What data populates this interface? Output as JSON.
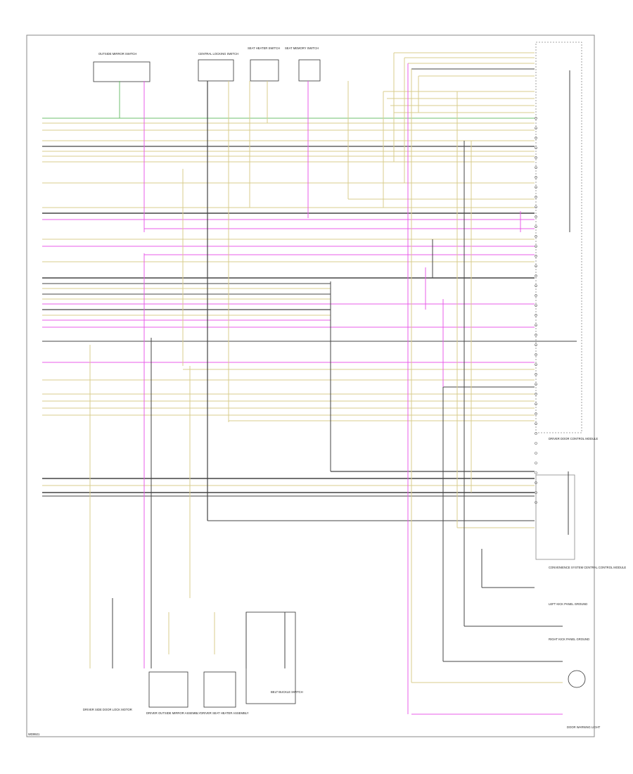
{
  "diagram": {
    "footer_code": "WD9921",
    "components": {
      "top_left": "OUTSIDE MIRROR SWITCH",
      "top_mid1": "CENTRAL LOCKING SWITCH",
      "top_mid2": "SEAT HEATER SWITCH",
      "top_right": "SEAT MEMORY SWITCH",
      "bottom_1": "DRIVER SIDE DOOR LOCK MOTOR",
      "bottom_2": "DRIVER OUTSIDE MIRROR ASSEMBLY",
      "bottom_3": "DRIVER SEAT HEATER ASSEMBLY",
      "bottom_4": "BELT BUCKLE SWITCH",
      "module_1": "DRIVER DOOR CONTROL MODULE",
      "module_2": "CONVENIENCE SYSTEM CENTRAL CONTROL MODULE",
      "ground_1": "LEFT KICK PANEL GROUND",
      "ground_2": "RIGHT KICK PANEL GROUND",
      "right_bottom": "DOOR WARNING LIGHT"
    },
    "colors": {
      "yellow": "#d8cc8c",
      "pink": "#e85ce8",
      "green": "#6fbf6f",
      "dark": "#444444",
      "frame": "#888888"
    }
  }
}
